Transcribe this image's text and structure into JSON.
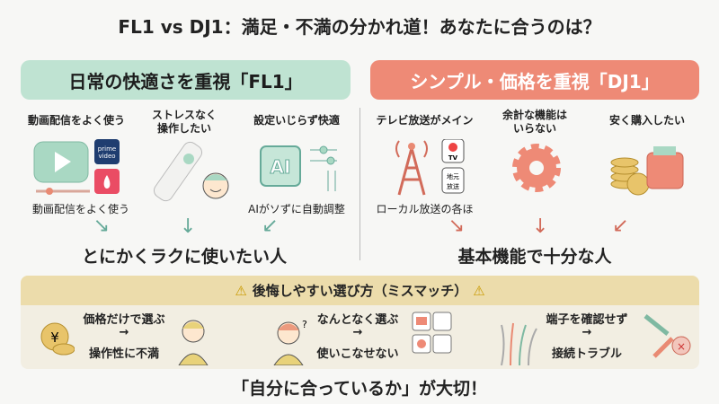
{
  "title": "FL1 vs DJ1：満足・不満の分かれ道！あなたに合うのは？",
  "left": {
    "banner": "日常の快適さを重視「FL1」",
    "items": [
      {
        "heading": "動画配信をよく使う",
        "caption": "動画配信をよく使う",
        "icons": [
          "play-icon",
          "prime-video-icon",
          "tinder-like-app-icon"
        ],
        "logo_text": "prime video"
      },
      {
        "heading": "ストレスなく\n操作したい",
        "icons": [
          "remote-control-icon",
          "smiling-face-icon"
        ]
      },
      {
        "heading": "設定いじらず快適",
        "caption": "AIがソずに自動調整",
        "icons": [
          "ai-chip-icon",
          "sliders-icon"
        ],
        "chip_text": "AI"
      }
    ],
    "conclusion": "とにかくラクに使いたい人",
    "color": "#bfe3d2"
  },
  "right": {
    "banner": "シンプル・価格を重視「DJ1」",
    "items": [
      {
        "heading": "テレビ放送がメイン",
        "caption": "ローカル放送の各ほ",
        "icons": [
          "broadcast-tower-icon",
          "tv-icon",
          "local-broadcast-icon"
        ],
        "badges": [
          "TV",
          "地元\n放送"
        ]
      },
      {
        "heading": "余計な機能は\nいらない",
        "icons": [
          "gear-icon"
        ]
      },
      {
        "heading": "安く購入したい",
        "icons": [
          "coins-icon",
          "wallet-icon"
        ]
      }
    ],
    "conclusion": "基本機能で十分な人",
    "color": "#ee8a76"
  },
  "mismatch": {
    "header": "後悔しやすい選び方（ミスマッチ）",
    "items": [
      {
        "top": "価格だけで選ぶ",
        "arrow": "→",
        "bottom": "操作性に不満",
        "icons": [
          "yen-coin-icon",
          "unhappy-person-icon"
        ]
      },
      {
        "top": "なんとなく選ぶ",
        "arrow": "→",
        "bottom": "使いこなせない",
        "icons": [
          "confused-person-icon",
          "settings-grid-icon"
        ]
      },
      {
        "top": "端子を確認せず",
        "arrow": "→",
        "bottom": "接続トラブル",
        "icons": [
          "cables-icon",
          "error-icon"
        ]
      }
    ]
  },
  "footer": "「自分に合っているか」が大切！"
}
